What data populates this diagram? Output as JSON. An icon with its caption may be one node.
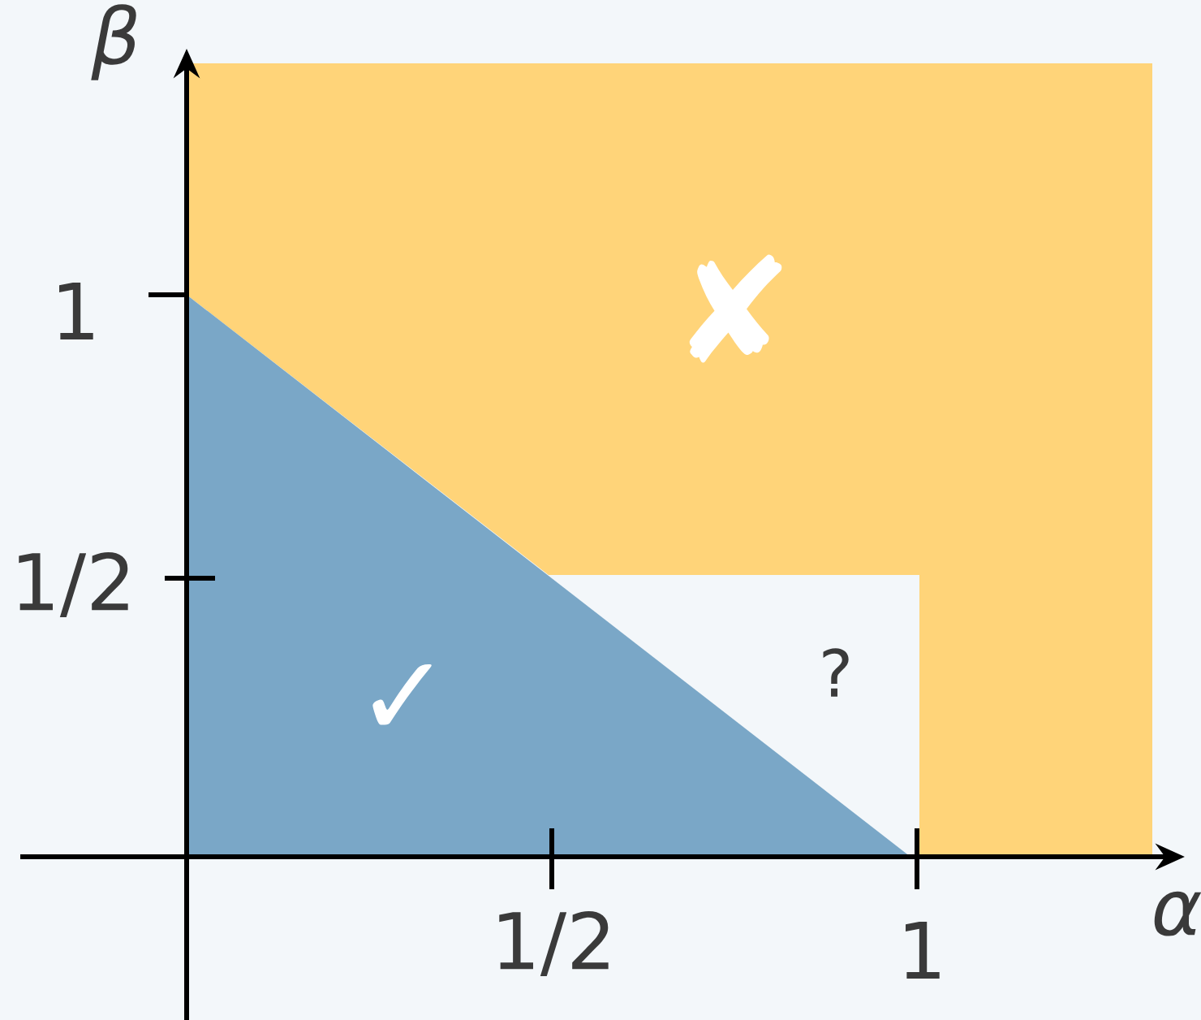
{
  "diagram": {
    "labels": [
      "β",
      "1",
      "1/2",
      "✘",
      "?",
      "✓",
      "1/2",
      "1",
      "α"
    ]
  }
}
